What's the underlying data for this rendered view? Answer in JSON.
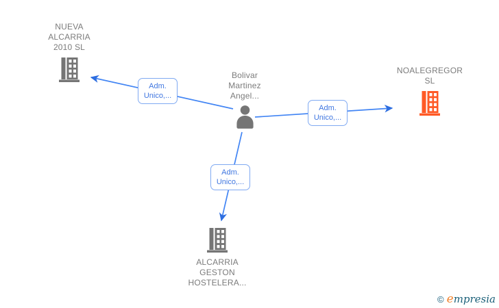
{
  "diagram": {
    "type": "corporate-relationship-graph",
    "background": "#ffffff",
    "edge_color": "#4285f4",
    "arrow_color": "#2e6ee0",
    "edge_label_border": "#7fa9f2",
    "edge_label_text": "#3f76e0",
    "node_text_color": "#7b7b7b",
    "node_icon_gray": "#757575",
    "node_icon_orange": "#ff5a26"
  },
  "nodes": [
    {
      "id": "nueva-alcarria-2010-sl",
      "type": "company",
      "icon": "building-icon",
      "label": "NUEVA ALCARRIA 2010 SL",
      "color": "#757575"
    },
    {
      "id": "bolivar-martinez-angel",
      "type": "person",
      "icon": "person-icon",
      "label": "Bolivar Martinez Angel...",
      "color": "#757575"
    },
    {
      "id": "noalegregor-sl",
      "type": "company",
      "icon": "building-icon",
      "label": "NOALEGREGOR SL",
      "color": "#ff5a26"
    },
    {
      "id": "alcarria-geston-hostelera",
      "type": "company",
      "icon": "building-icon",
      "label": "ALCARRIA GESTON HOSTELERA...",
      "color": "#757575"
    }
  ],
  "edges": [
    {
      "from": "bolivar-martinez-angel",
      "to": "nueva-alcarria-2010-sl",
      "label": "Adm. Unico,..."
    },
    {
      "from": "bolivar-martinez-angel",
      "to": "noalegregor-sl",
      "label": "Adm. Unico,..."
    },
    {
      "from": "bolivar-martinez-angel",
      "to": "alcarria-geston-hostelera",
      "label": "Adm. Unico,..."
    }
  ],
  "watermark": {
    "copyright": "©",
    "brand_initial": "e",
    "brand_rest": "mpresia"
  }
}
